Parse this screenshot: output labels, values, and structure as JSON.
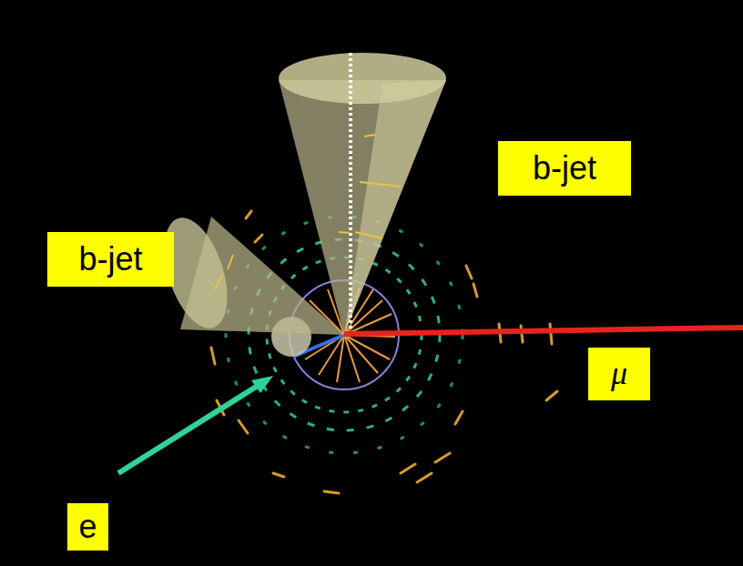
{
  "diagram": {
    "nodes": [
      {
        "text": [
          "b-jet"
        ]
      },
      {
        "text": [
          "b-jet"
        ]
      },
      {
        "text": [
          "μ"
        ]
      },
      {
        "text": [
          "e"
        ]
      }
    ]
  }
}
